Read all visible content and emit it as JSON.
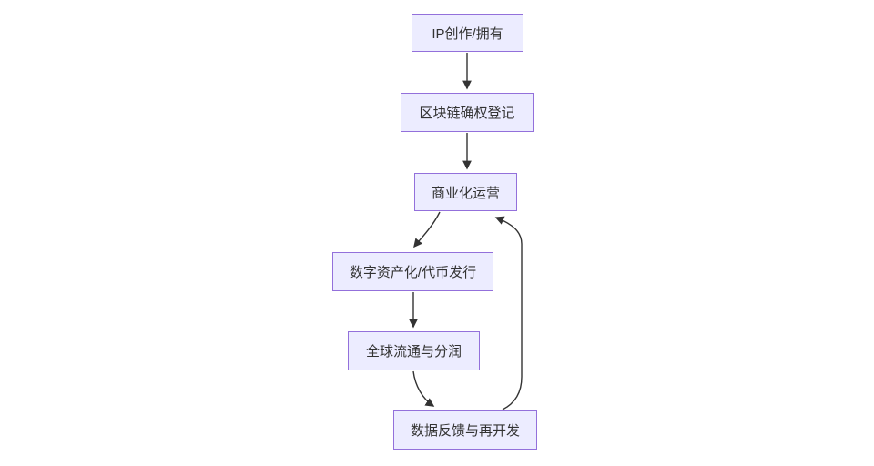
{
  "diagram": {
    "type": "flowchart",
    "direction": "top-down",
    "nodes": [
      {
        "id": "n1",
        "label": "IP创作/拥有"
      },
      {
        "id": "n2",
        "label": "区块链确权登记"
      },
      {
        "id": "n3",
        "label": "商业化运营"
      },
      {
        "id": "n4",
        "label": "数字资产化/代币发行"
      },
      {
        "id": "n5",
        "label": "全球流通与分润"
      },
      {
        "id": "n6",
        "label": "数据反馈与再开发"
      }
    ],
    "edges": [
      {
        "from": "IP创作/拥有",
        "to": "区块链确权登记",
        "style": "arrow"
      },
      {
        "from": "区块链确权登记",
        "to": "商业化运营",
        "style": "arrow"
      },
      {
        "from": "商业化运营",
        "to": "数字资产化/代币发行",
        "style": "arrow"
      },
      {
        "from": "数字资产化/代币发行",
        "to": "全球流通与分润",
        "style": "arrow"
      },
      {
        "from": "全球流通与分润",
        "to": "数据反馈与再开发",
        "style": "arrow"
      },
      {
        "from": "数据反馈与再开发",
        "to": "商业化运营",
        "style": "arrow-feedback-loop"
      }
    ],
    "colors": {
      "background": "#ffffff",
      "node_fill": "#ECECFF",
      "node_border": "#9370DB",
      "edge_line": "#333333",
      "text": "#333333"
    }
  }
}
